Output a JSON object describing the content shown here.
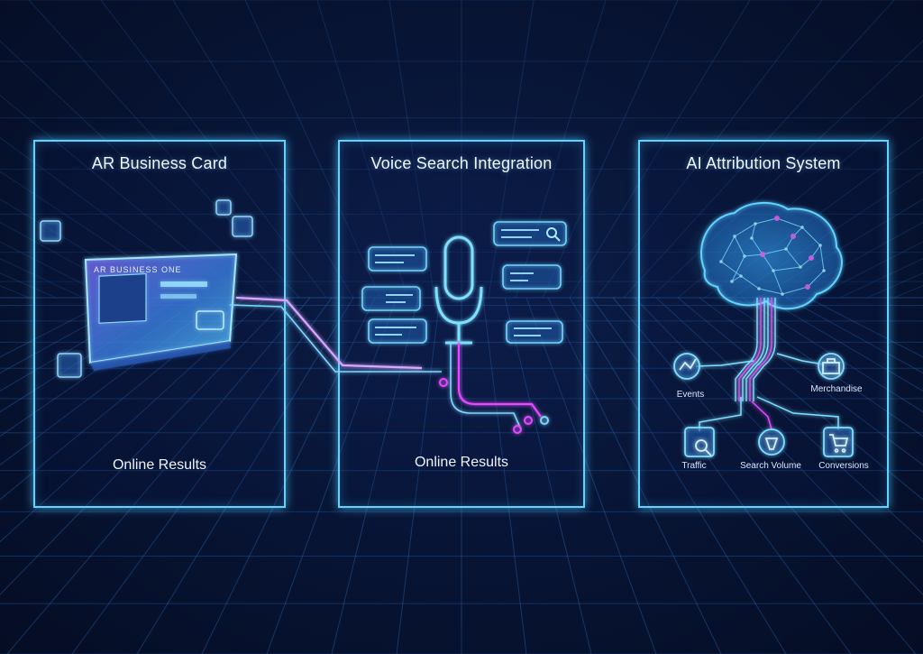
{
  "panels": [
    {
      "id": "ar",
      "title": "AR Business Card",
      "footer": "Online Results",
      "card_text": "AR BUSINESS ONE"
    },
    {
      "id": "voice",
      "title": "Voice Search Integration",
      "footer": "Online Results"
    },
    {
      "id": "ai",
      "title": "AI Attribution System",
      "nodes": [
        "Events",
        "Merchandise",
        "Traffic",
        "Search Volume",
        "Conversions"
      ]
    }
  ],
  "colors": {
    "cyan": "#5fd4ff",
    "magenta": "#e24bff",
    "background": "#081536"
  }
}
